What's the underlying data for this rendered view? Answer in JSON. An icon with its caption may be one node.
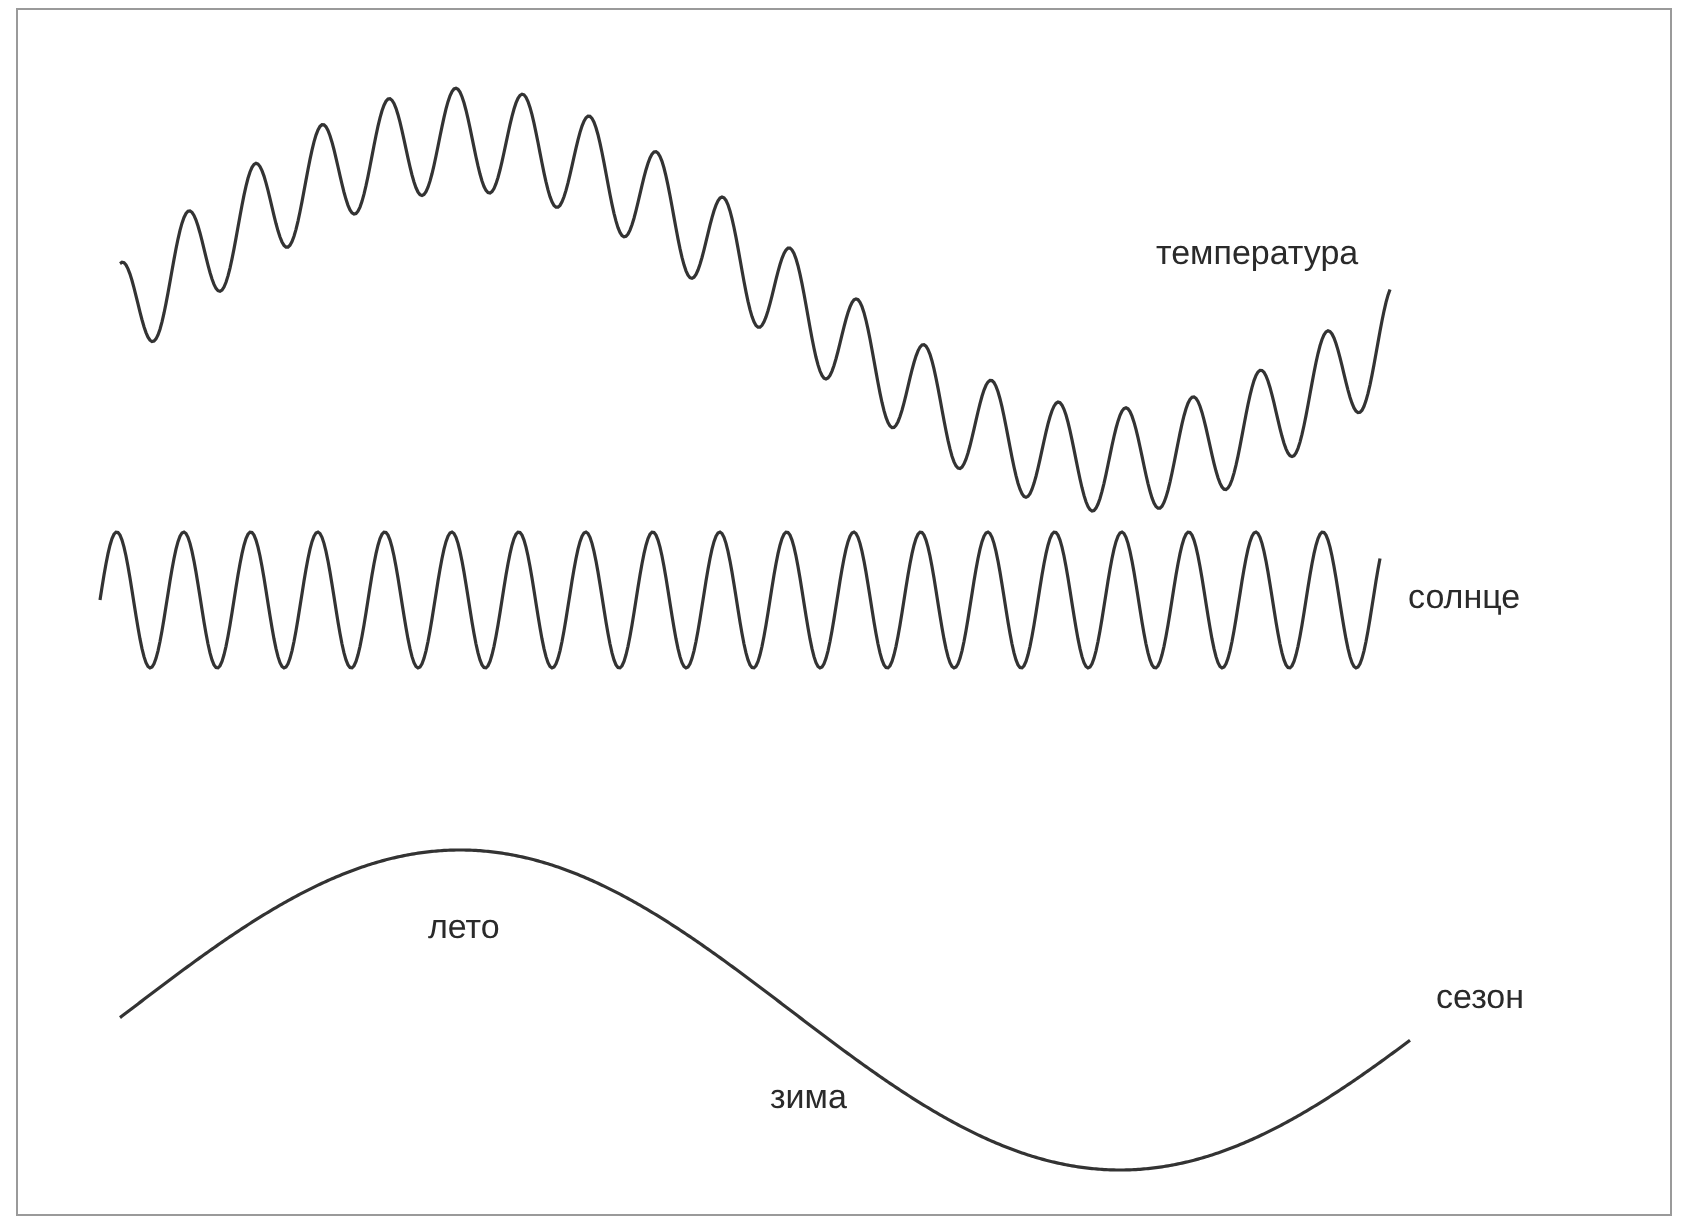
{
  "diagram": {
    "labels": [
      "температура",
      "солнце",
      "лето",
      "сезон",
      "зима"
    ]
  }
}
